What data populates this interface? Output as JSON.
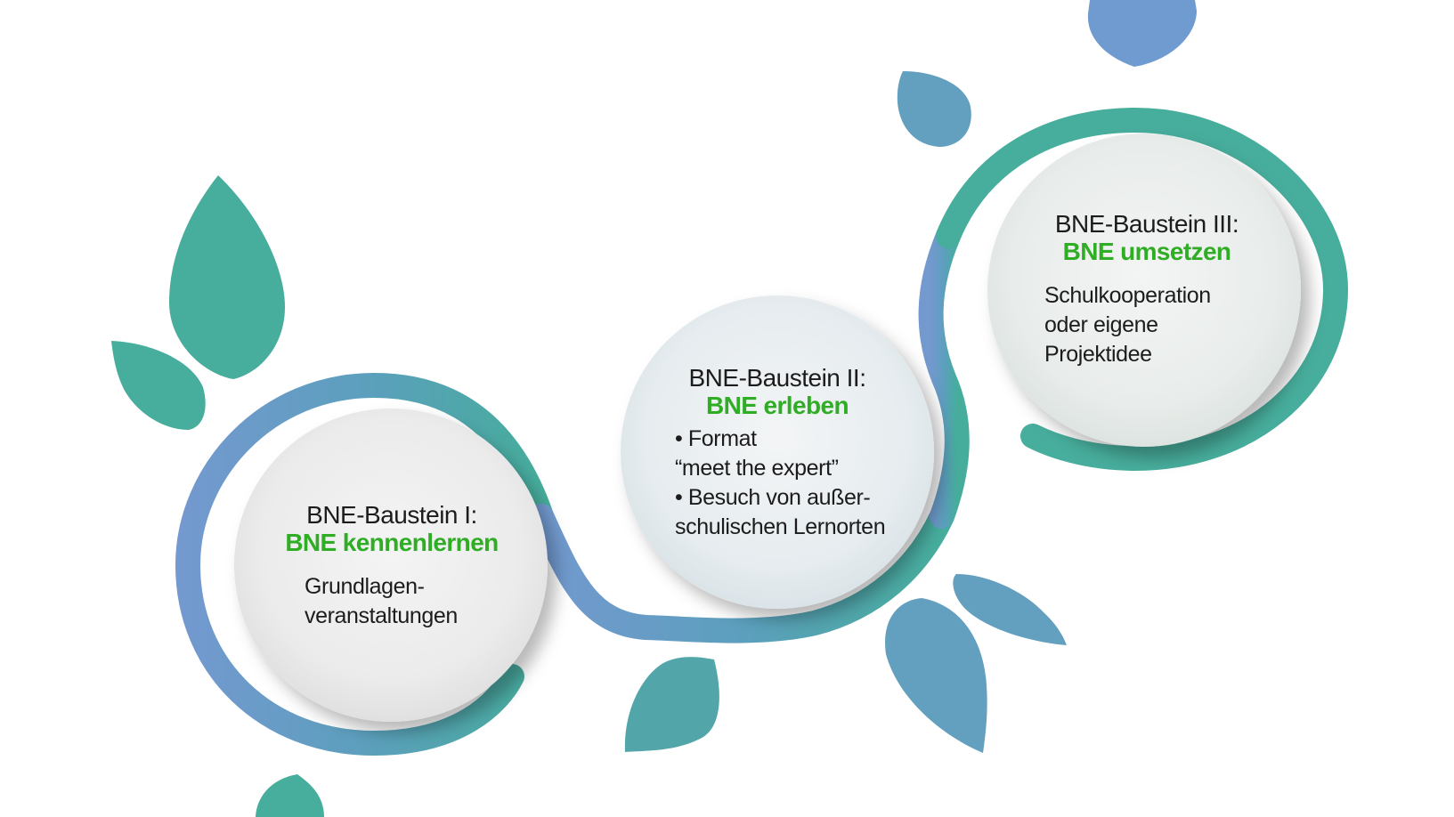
{
  "steps": [
    {
      "title": "BNE-Baustein I:",
      "subtitle": "BNE kennenlernen",
      "lines": [
        "Grundlagen-",
        "veranstaltungen"
      ]
    },
    {
      "title": "BNE-Baustein II:",
      "subtitle": "BNE erleben",
      "lines": [
        "• Format",
        "“meet the expert”",
        "• Besuch von außer-",
        "schulischen Lernorten"
      ]
    },
    {
      "title": "BNE-Baustein III:",
      "subtitle": "BNE umsetzen",
      "lines": [
        "Schulkooperation",
        "oder eigene",
        "Projektidee"
      ]
    }
  ],
  "colors": {
    "teal": "#47ad9c",
    "blue": "#6f9bd0",
    "accent_green": "#2fad24",
    "circle_fill": "#eeeeee"
  }
}
